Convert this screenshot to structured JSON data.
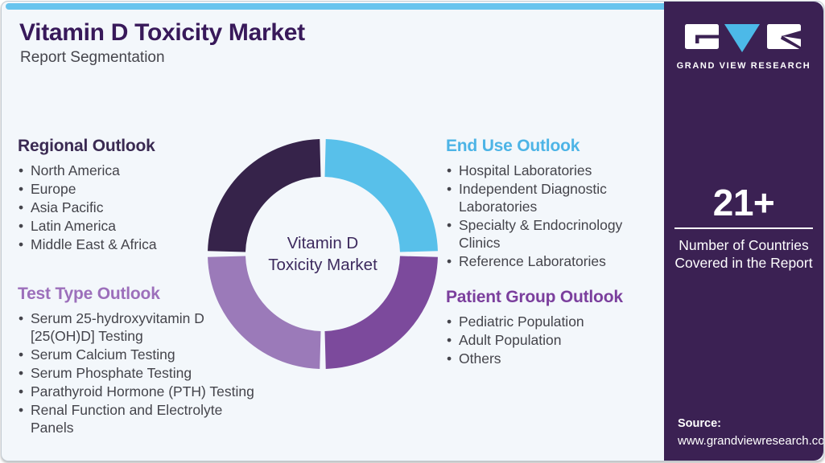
{
  "page": {
    "title": "Vitamin D Toxicity Market",
    "subtitle": "Report Segmentation"
  },
  "sections": {
    "regional": {
      "title": "Regional Outlook",
      "items": [
        "North America",
        "Europe",
        "Asia Pacific",
        "Latin America",
        "Middle East & Africa"
      ]
    },
    "test_type": {
      "title": "Test Type Outlook",
      "items": [
        "Serum 25-hydroxyvitamin D [25(OH)D] Testing",
        "Serum Calcium Testing",
        "Serum Phosphate Testing",
        "Parathyroid Hormone (PTH) Testing",
        "Renal Function and Electrolyte Panels"
      ]
    },
    "end_use": {
      "title": "End Use Outlook",
      "items": [
        "Hospital Laboratories",
        "Independent Diagnostic Laboratories",
        "Specialty & Endocrinology Clinics",
        "Reference Laboratories"
      ]
    },
    "patient_group": {
      "title": "Patient Group Outlook",
      "items": [
        "Pediatric Population",
        "Adult Population",
        "Others"
      ]
    }
  },
  "donut": {
    "center_line1": "Vitamin D",
    "center_line2": "Toxicity Market",
    "segments": [
      {
        "name": "end-use",
        "color": "#58c0ea",
        "start": 1.5,
        "end": 88.5
      },
      {
        "name": "patient-group",
        "color": "#7c4a9c",
        "start": 91.5,
        "end": 178.5
      },
      {
        "name": "test-type",
        "color": "#9b7ab9",
        "start": 181.5,
        "end": 268.5
      },
      {
        "name": "regional",
        "color": "#36234a",
        "start": 271.5,
        "end": 358.5
      }
    ]
  },
  "sidebar": {
    "brand": "GRAND VIEW RESEARCH",
    "stat_value": "21+",
    "stat_line1": "Number of Countries",
    "stat_line2": "Covered in the Report",
    "source_label": "Source:",
    "source_url": "www.grandviewresearch.com"
  },
  "palette": {
    "card_bg": "#f3f7fb",
    "topbar": "#68c4ee",
    "sidebar_bg": "#3b2153",
    "title_text": "#38195a",
    "body_text": "#44444b",
    "regional_header": "#3a2a52",
    "test_type_header": "#9c6fbb",
    "end_use_header": "#4db4e6",
    "patient_group_header": "#7b3f9d",
    "logo_triangle": "#4cb9e8"
  },
  "chart_data": {
    "type": "pie",
    "title": "Vitamin D Toxicity Market",
    "categories": [
      "End Use Outlook",
      "Patient Group Outlook",
      "Test Type Outlook",
      "Regional Outlook"
    ],
    "values": [
      25,
      25,
      25,
      25
    ],
    "colors": [
      "#58c0ea",
      "#7c4a9c",
      "#9b7ab9",
      "#36234a"
    ],
    "center_label": "Vitamin D Toxicity Market",
    "legend_position": "none"
  }
}
